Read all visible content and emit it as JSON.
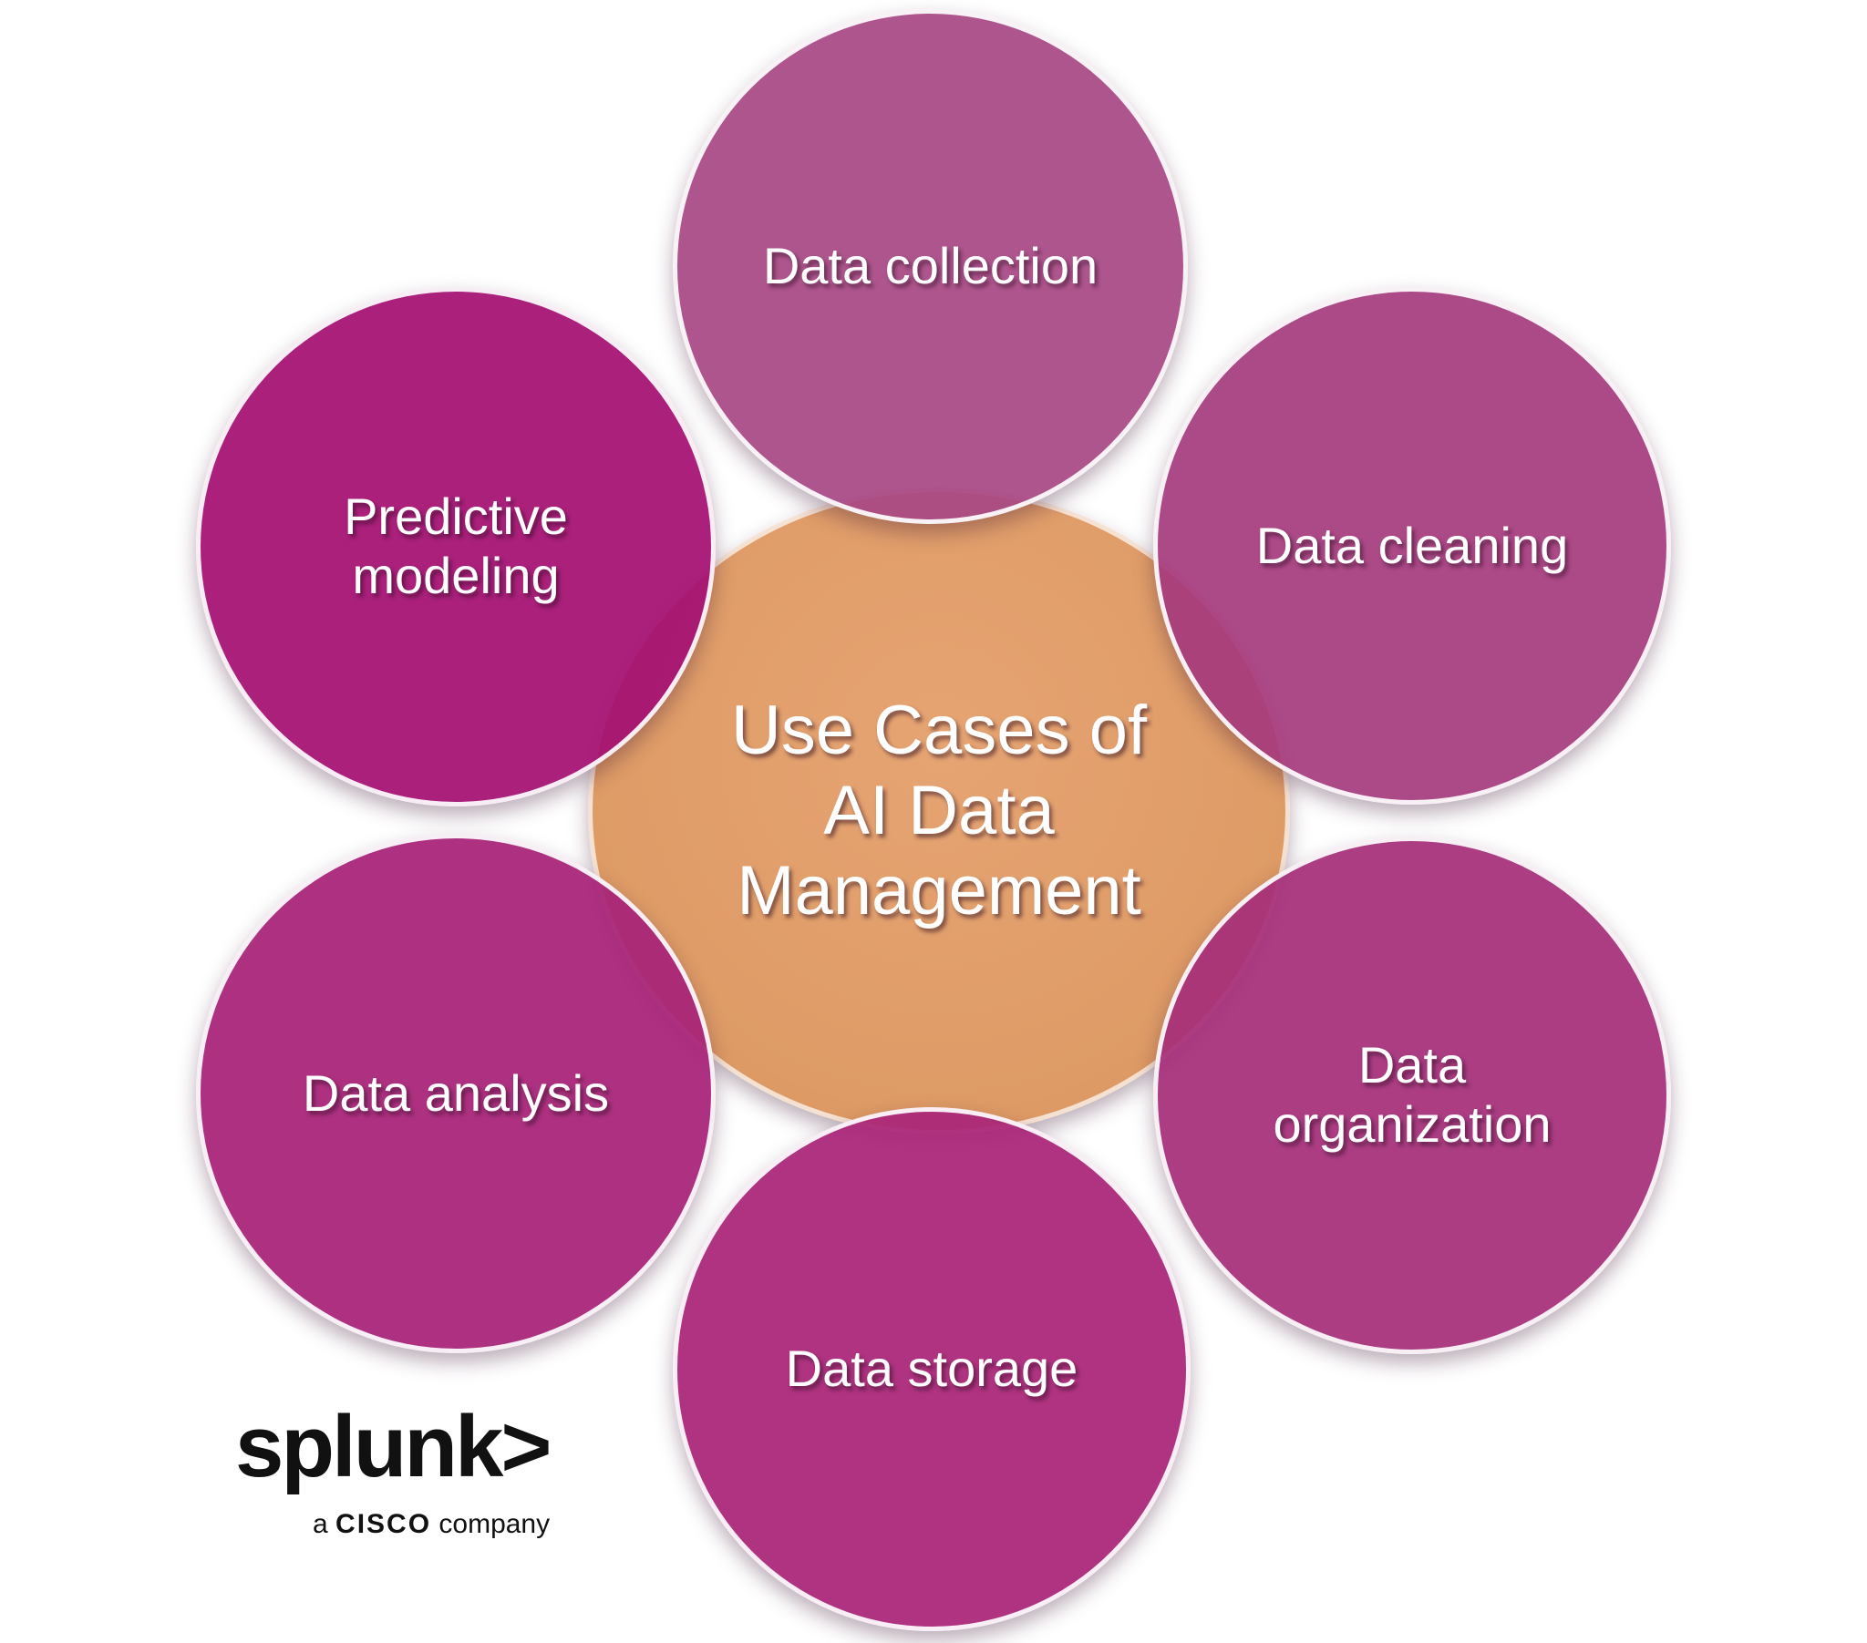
{
  "diagram": {
    "center": {
      "label": "Use Cases of\nAI Data\nManagement",
      "color": "#de9b66"
    },
    "nodes": [
      {
        "id": "collection",
        "label": "Data collection",
        "color": "#a84884"
      },
      {
        "id": "cleaning",
        "label": "Data cleaning",
        "color": "#a53a7d"
      },
      {
        "id": "organization",
        "label": "Data\norganization",
        "color": "#a52d78"
      },
      {
        "id": "storage",
        "label": "Data storage",
        "color": "#aa2678"
      },
      {
        "id": "analysis",
        "label": "Data analysis",
        "color": "#a82478"
      },
      {
        "id": "predictive",
        "label": "Predictive\nmodeling",
        "color": "#a51273"
      }
    ]
  },
  "logo": {
    "brand": "splunk>",
    "tagline_prefix": "a",
    "tagline_company": "CISCO",
    "tagline_suffix": "company"
  }
}
